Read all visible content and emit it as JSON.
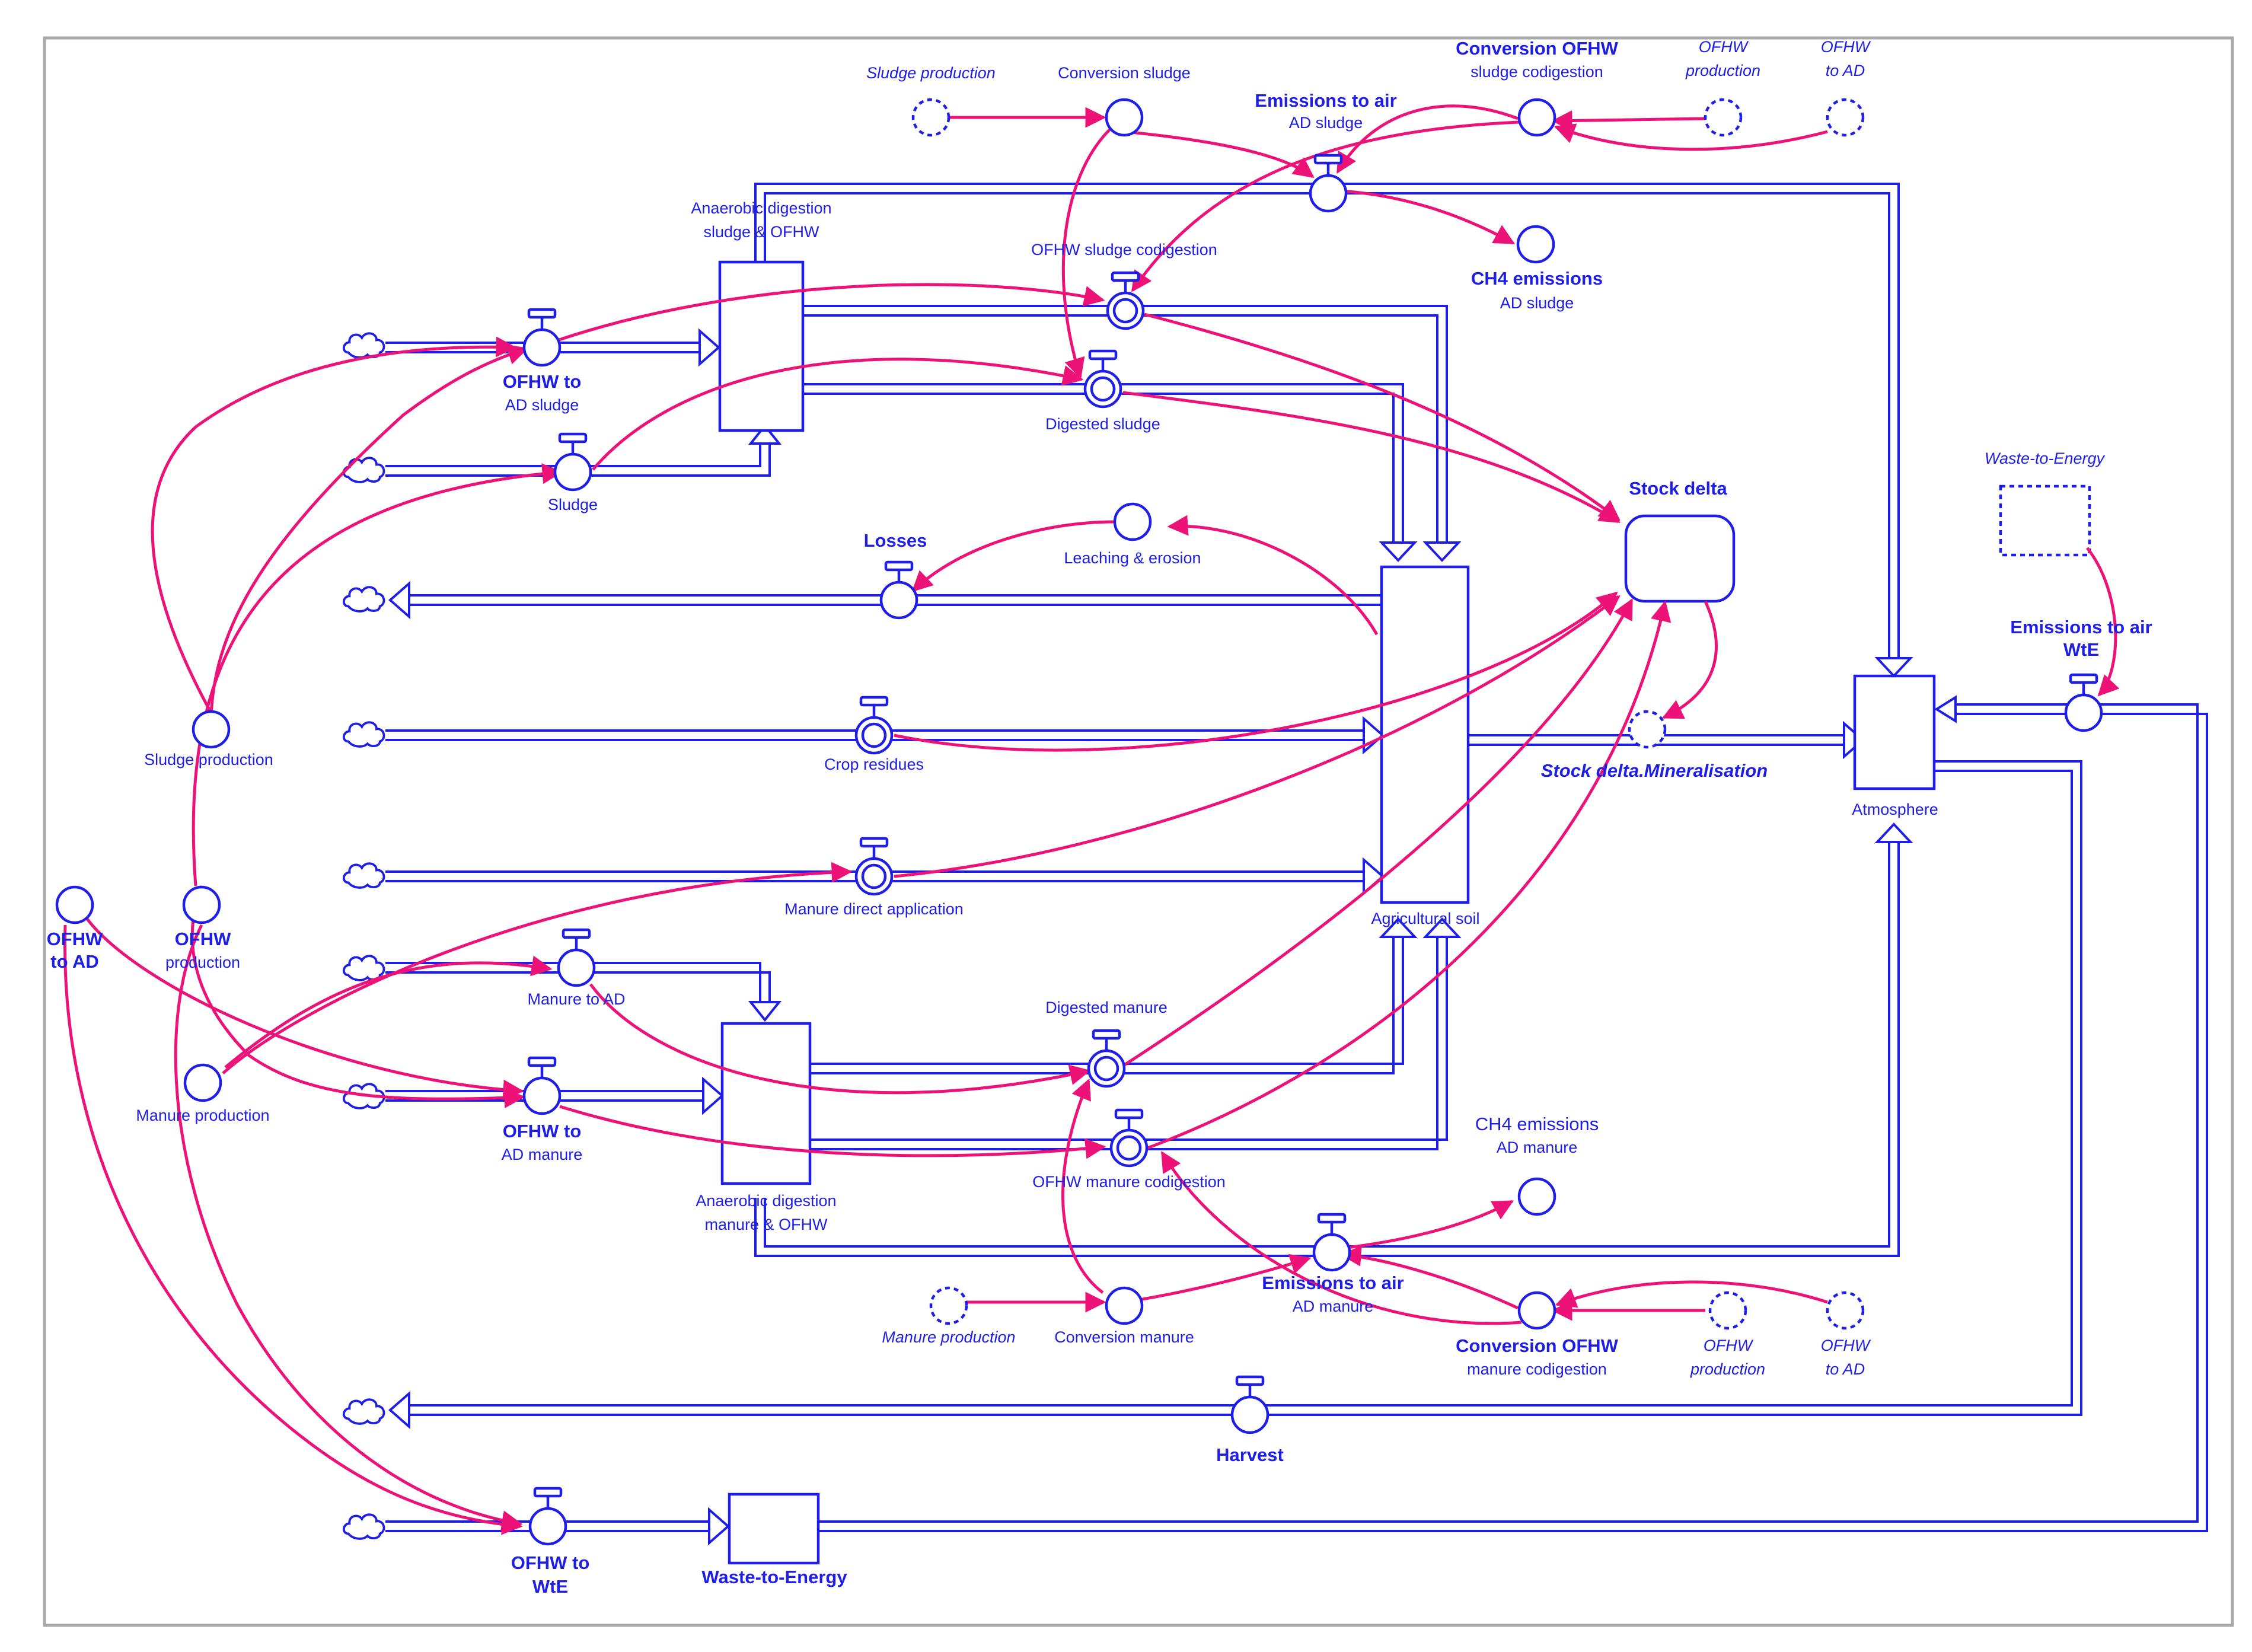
{
  "labels": {
    "sludge_production_top": "Sludge production",
    "conversion_sludge": "Conversion sludge",
    "emissions_air_ad_sludge_1": "Emissions to air",
    "emissions_air_ad_sludge_2": "AD sludge",
    "conversion_ofhw_sludge_1": "Conversion OFHW",
    "conversion_ofhw_sludge_2": "sludge codigestion",
    "ofhw_production_top_1": "OFHW",
    "ofhw_production_top_2": "production",
    "ofhw_to_ad_top_1": "OFHW",
    "ofhw_to_ad_top_2": "to AD",
    "ad_sludge_stock_1": "Anaerobic digestion",
    "ad_sludge_stock_2": "sludge & OFHW",
    "ofhw_sludge_codigestion": "OFHW sludge codigestion",
    "ch4_sludge_1": "CH4 emissions",
    "ch4_sludge_2": "AD sludge",
    "ofhw_to_ad_sludge_1": "OFHW to",
    "ofhw_to_ad_sludge_2": "AD sludge",
    "digested_sludge": "Digested sludge",
    "sludge": "Sludge",
    "stock_delta": "Stock delta",
    "waste_to_energy_ghost": "Waste-to-Energy",
    "losses": "Losses",
    "leaching": "Leaching & erosion",
    "emissions_air_wte_1": "Emissions to air",
    "emissions_air_wte_2": "WtE",
    "sludge_production_left": "Sludge production",
    "crop_residues": "Crop residues",
    "stock_delta_mineralisation": "Stock delta.Mineralisation",
    "atmosphere": "Atmosphere",
    "ofhw_to_ad_left_1": "OFHW",
    "ofhw_to_ad_left_2": "to AD",
    "ofhw_production_left_1": "OFHW",
    "ofhw_production_left_2": "production",
    "manure_direct": "Manure direct application",
    "agricultural_soil": "Agricultural soil",
    "manure_to_ad": "Manure to AD",
    "digested_manure": "Digested manure",
    "manure_production_left": "Manure production",
    "ofhw_to_ad_manure_1": "OFHW to",
    "ofhw_to_ad_manure_2": "AD manure",
    "ch4_manure_1": "CH4 emissions",
    "ch4_manure_2": "AD manure",
    "ad_manure_stock_1": "Anaerobic digestion",
    "ad_manure_stock_2": "manure & OFHW",
    "ofhw_manure_codigestion": "OFHW manure codigestion",
    "emissions_air_ad_manure_1": "Emissions to air",
    "emissions_air_ad_manure_2": "AD manure",
    "manure_production_bottom": "Manure production",
    "conversion_manure": "Conversion manure",
    "conversion_ofhw_manure_1": "Conversion OFHW",
    "conversion_ofhw_manure_2": "manure codigestion",
    "ofhw_production_bottom_1": "OFHW",
    "ofhw_production_bottom_2": "production",
    "ofhw_to_ad_bottom_1": "OFHW",
    "ofhw_to_ad_bottom_2": "to AD",
    "harvest": "Harvest",
    "ofhw_to_wte_1": "OFHW to",
    "ofhw_to_wte_2": "WtE",
    "waste_to_energy": "Waste-to-Energy"
  },
  "colors": {
    "flow": "#1e1ee6",
    "link": "#ec1278",
    "frame": "#a9a9a9"
  }
}
